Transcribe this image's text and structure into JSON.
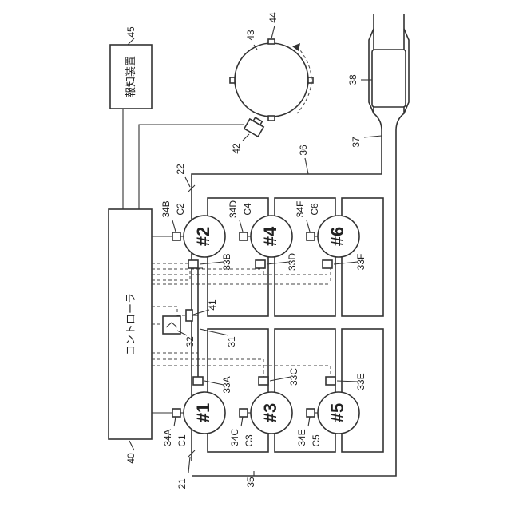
{
  "controller": {
    "label": "コントローラ",
    "ref": "40"
  },
  "notification_device": {
    "label": "報知装置",
    "ref": "45"
  },
  "cylinders": [
    {
      "label": "#1",
      "c_ref": "C1",
      "knock_sensor_ref": "34A",
      "injector_ref": "33A"
    },
    {
      "label": "#2",
      "c_ref": "C2",
      "knock_sensor_ref": "34B",
      "injector_ref": "33B"
    },
    {
      "label": "#3",
      "c_ref": "C3",
      "knock_sensor_ref": "34C",
      "injector_ref": "33C"
    },
    {
      "label": "#4",
      "c_ref": "C4",
      "knock_sensor_ref": "34D",
      "injector_ref": "33D"
    },
    {
      "label": "#5",
      "c_ref": "C5",
      "knock_sensor_ref": "34E",
      "injector_ref": "33E"
    },
    {
      "label": "#6",
      "c_ref": "C6",
      "knock_sensor_ref": "34F",
      "injector_ref": "33F"
    }
  ],
  "refs": {
    "bank_21": "21",
    "bank_22": "22",
    "fuel_rail": "31",
    "pump": "32",
    "exhaust_35": "35",
    "exhaust_36": "36",
    "exhaust_37": "37",
    "catalyst": "38",
    "pressure_sensor": "41",
    "crank_sensor": "42",
    "crank_rotor": "43",
    "rotor_tooth": "44"
  }
}
